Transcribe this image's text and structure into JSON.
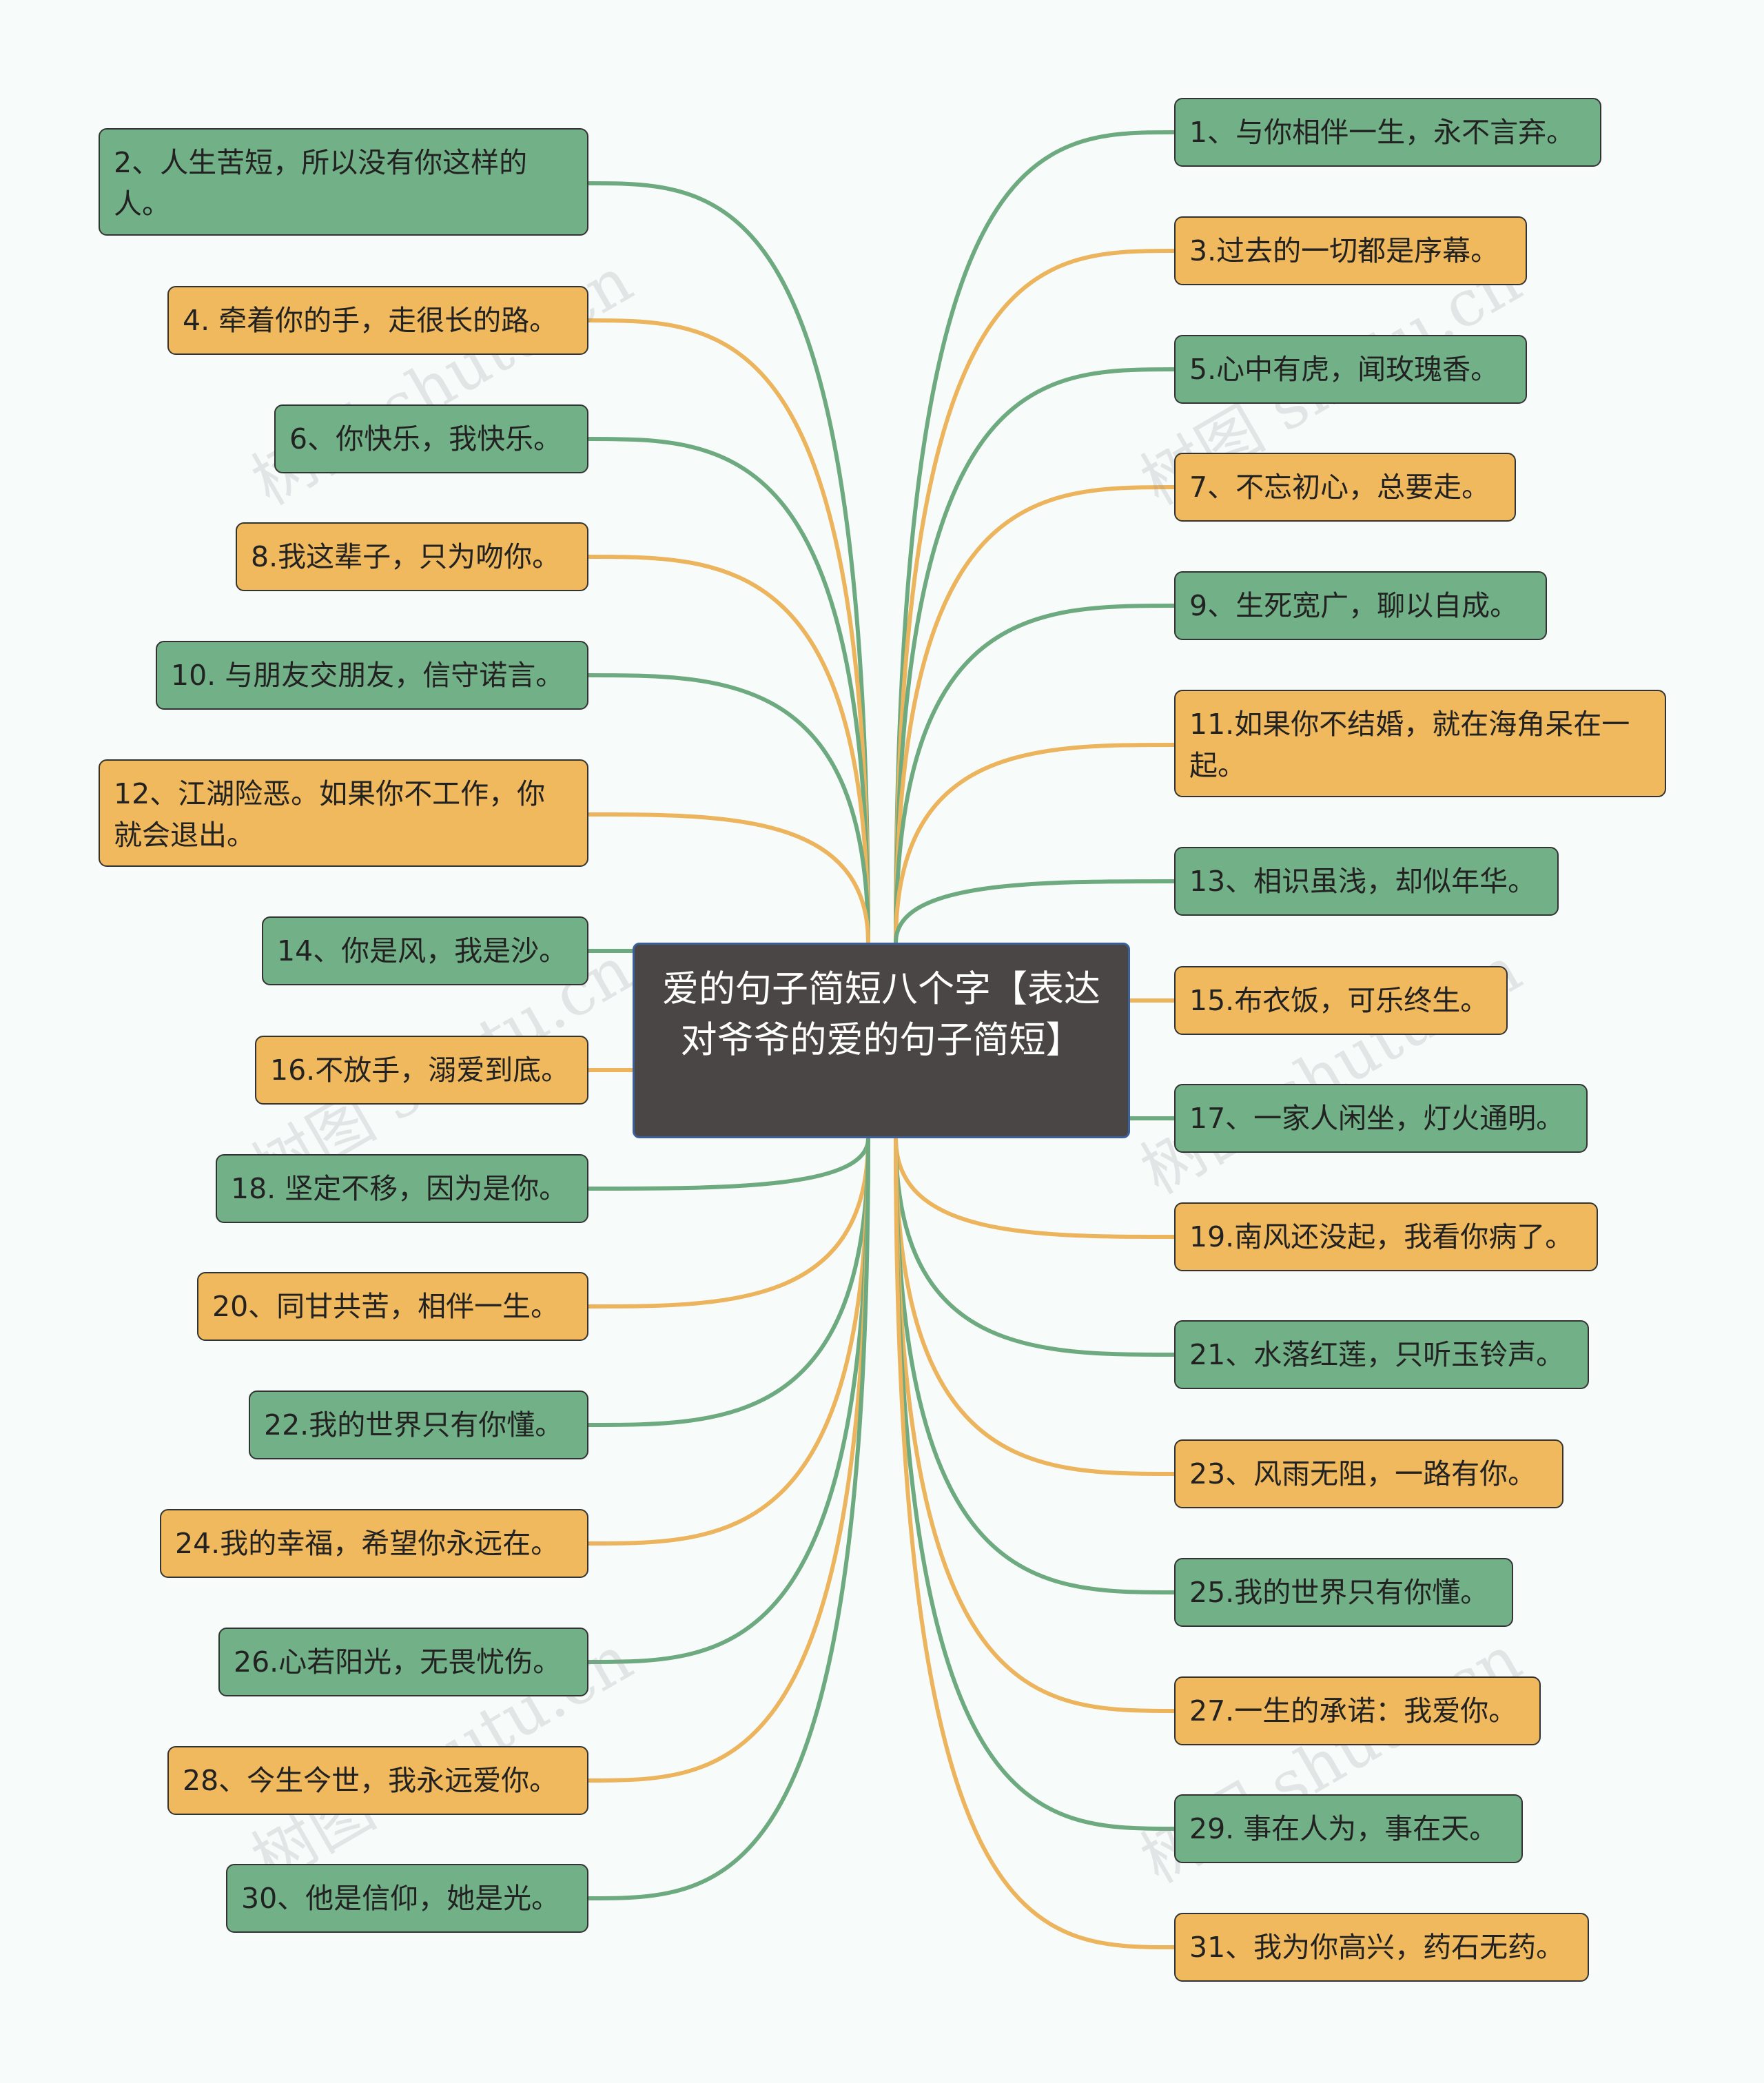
{
  "center": {
    "title": "爱的句子简短八个字【表达对爷爷的爱的句子简短】"
  },
  "watermark": "树图 shutu.cn",
  "colors": {
    "green": "#72b187",
    "orange": "#f1b95d",
    "green_line": "#6eaa80",
    "orange_line": "#ecb45c"
  },
  "left_nodes": [
    {
      "label": "2、人生苦短，所以没有你这样的人。",
      "color": "green"
    },
    {
      "label": "4. 牵着你的手，走很长的路。",
      "color": "orange"
    },
    {
      "label": "6、你快乐，我快乐。",
      "color": "green"
    },
    {
      "label": "8.我这辈子，只为吻你。",
      "color": "orange"
    },
    {
      "label": "10. 与朋友交朋友，信守诺言。",
      "color": "green"
    },
    {
      "label": "12、江湖险恶。如果你不工作，你就会退出。",
      "color": "orange"
    },
    {
      "label": "14、你是风，我是沙。",
      "color": "green"
    },
    {
      "label": "16.不放手，溺爱到底。",
      "color": "orange"
    },
    {
      "label": "18. 坚定不移，因为是你。",
      "color": "green"
    },
    {
      "label": "20、同甘共苦，相伴一生。",
      "color": "orange"
    },
    {
      "label": "22.我的世界只有你懂。",
      "color": "green"
    },
    {
      "label": "24.我的幸福，希望你永远在。",
      "color": "orange"
    },
    {
      "label": "26.心若阳光，无畏忧伤。",
      "color": "green"
    },
    {
      "label": "28、今生今世，我永远爱你。",
      "color": "orange"
    },
    {
      "label": "30、他是信仰，她是光。",
      "color": "green"
    }
  ],
  "right_nodes": [
    {
      "label": "1、与你相伴一生，永不言弃。",
      "color": "green"
    },
    {
      "label": "3.过去的一切都是序幕。",
      "color": "orange"
    },
    {
      "label": "5.心中有虎，闻玫瑰香。",
      "color": "green"
    },
    {
      "label": "7、不忘初心，总要走。",
      "color": "orange"
    },
    {
      "label": "9、生死宽广，聊以自成。",
      "color": "green"
    },
    {
      "label": "11.如果你不结婚，就在海角呆在一起。",
      "color": "orange"
    },
    {
      "label": "13、相识虽浅，却似年华。",
      "color": "green"
    },
    {
      "label": "15.布衣饭，可乐终生。",
      "color": "orange"
    },
    {
      "label": "17、一家人闲坐，灯火通明。",
      "color": "green"
    },
    {
      "label": "19.南风还没起，我看你病了。",
      "color": "orange"
    },
    {
      "label": "21、水落红莲，只听玉铃声。",
      "color": "green"
    },
    {
      "label": "23、风雨无阻，一路有你。",
      "color": "orange"
    },
    {
      "label": "25.我的世界只有你懂。",
      "color": "green"
    },
    {
      "label": "27.一生的承诺：我爱你。",
      "color": "orange"
    },
    {
      "label": "29. 事在人为，事在天。",
      "color": "green"
    },
    {
      "label": "31、我为你高兴，药石无药。",
      "color": "orange"
    }
  ]
}
